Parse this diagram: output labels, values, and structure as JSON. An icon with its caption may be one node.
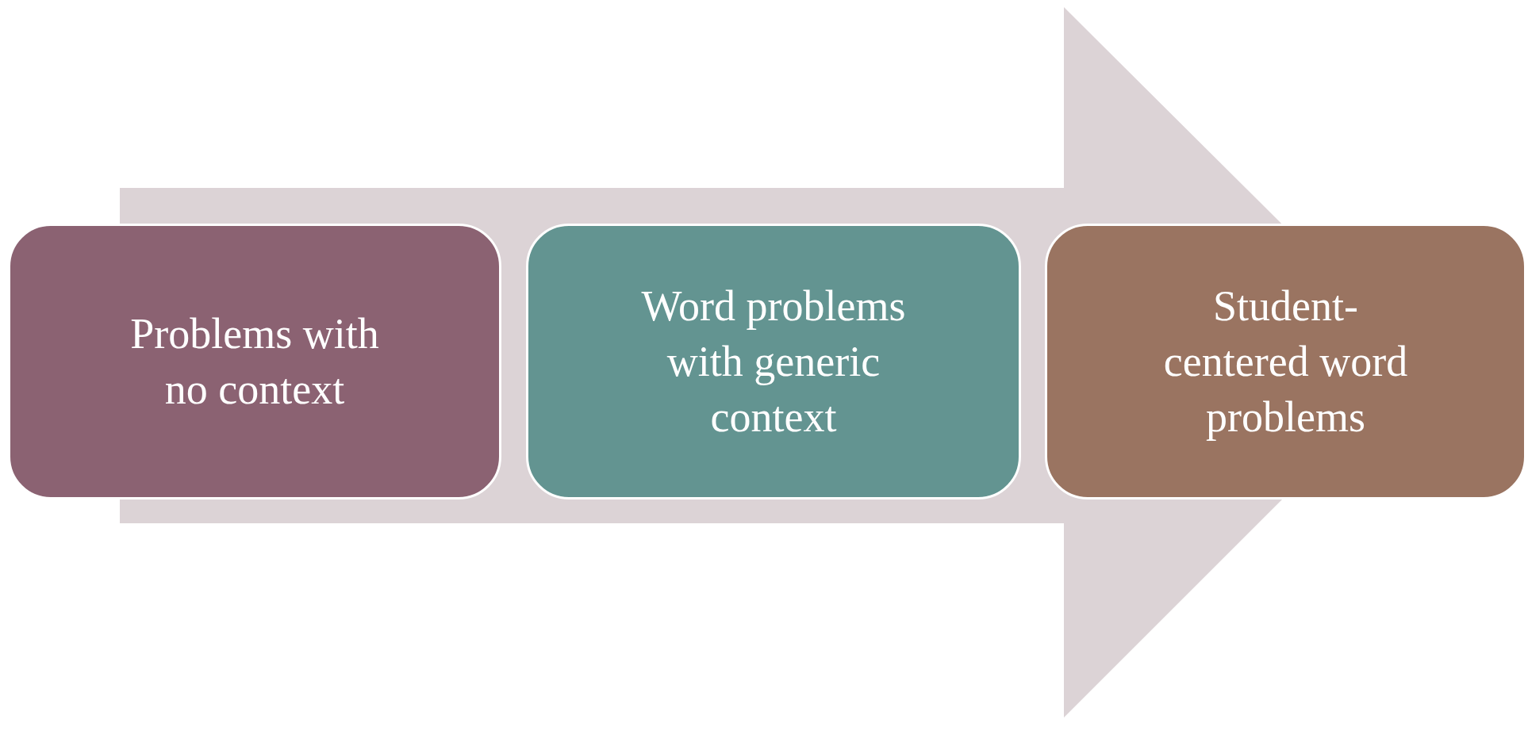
{
  "diagram": {
    "nodes": [
      {
        "text": [
          "Problems with no context"
        ]
      },
      {
        "text": [
          "Word problems with generic context"
        ]
      },
      {
        "text": [
          "Student-centered word problems"
        ]
      }
    ],
    "edges": [
      {
        "from": 0,
        "to": 2,
        "arrow": "to"
      }
    ]
  }
}
